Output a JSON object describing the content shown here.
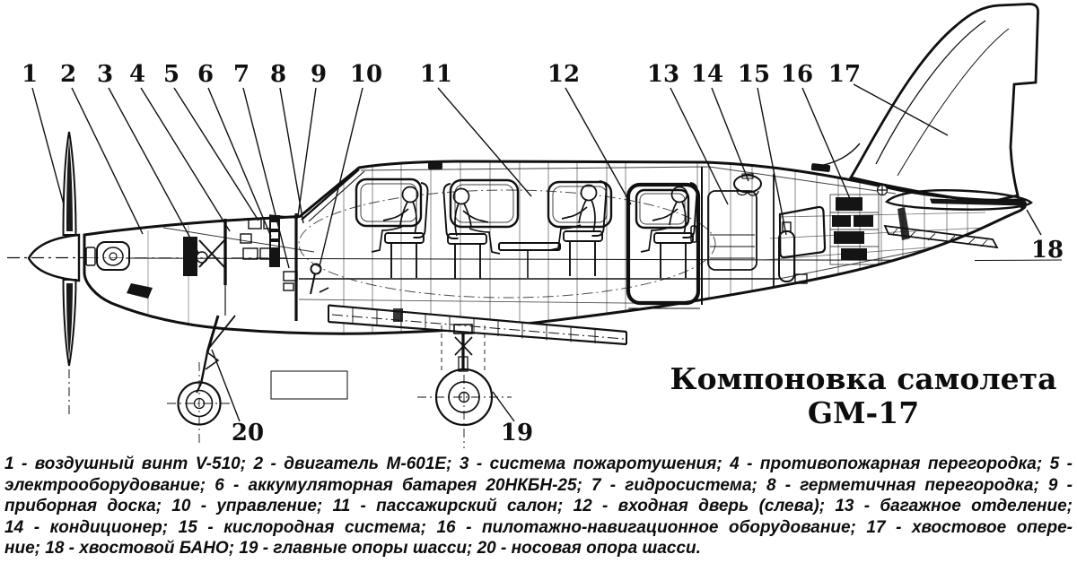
{
  "diagram": {
    "title_line1": "Компоновка самолета",
    "title_line2": "GM-17"
  },
  "callouts": [
    {
      "n": "1",
      "part": "воздушный винт V-510"
    },
    {
      "n": "2",
      "part": "двигатель М-601Е"
    },
    {
      "n": "3",
      "part": "система пожаротушения"
    },
    {
      "n": "4",
      "part": "противопожарная перегородка"
    },
    {
      "n": "5",
      "part": "электрооборудование"
    },
    {
      "n": "6",
      "part": "аккумуляторная батарея 20НКБН-25"
    },
    {
      "n": "7",
      "part": "гидросистема"
    },
    {
      "n": "8",
      "part": "герметичная перегородка"
    },
    {
      "n": "9",
      "part": "приборная доска"
    },
    {
      "n": "10",
      "part": "управление"
    },
    {
      "n": "11",
      "part": "пассажирский салон"
    },
    {
      "n": "12",
      "part": "входная дверь (слева)"
    },
    {
      "n": "13",
      "part": "багажное отделение"
    },
    {
      "n": "14",
      "part": "кондиционер"
    },
    {
      "n": "15",
      "part": "кислородная система"
    },
    {
      "n": "16",
      "part": "пилотажно-навигационное оборудование"
    },
    {
      "n": "17",
      "part": "хвостовое оперение"
    },
    {
      "n": "18",
      "part": "хвостовой БАНО"
    },
    {
      "n": "19",
      "part": "главные опоры шасси"
    },
    {
      "n": "20",
      "part": "носовая опора шасси"
    }
  ],
  "legend": {
    "lines": [
      "1 - воздушный винт V-510; 2 - двигатель М-601Е; 3 - система пожаротушения; 4 - противопожарная перегородка; 5 -",
      "электрооборудование; 6 - аккумуляторная батарея 20НКБН-25; 7 - гидросистема; 8 - герметичная перегородка; 9 -",
      "приборная доска; 10 - управление; 11 - пассажирский салон; 12 - входная дверь (слева); 13 - багажное отделение;",
      "14 - кондиционер; 15 - кислородная система; 16 - пилотажно-навигационное оборудование; 17 - хвостовое опере-",
      "ние; 18 - хвостовой БАНО; 19 - главные опоры шасси; 20 - носовая опора шасси."
    ]
  }
}
